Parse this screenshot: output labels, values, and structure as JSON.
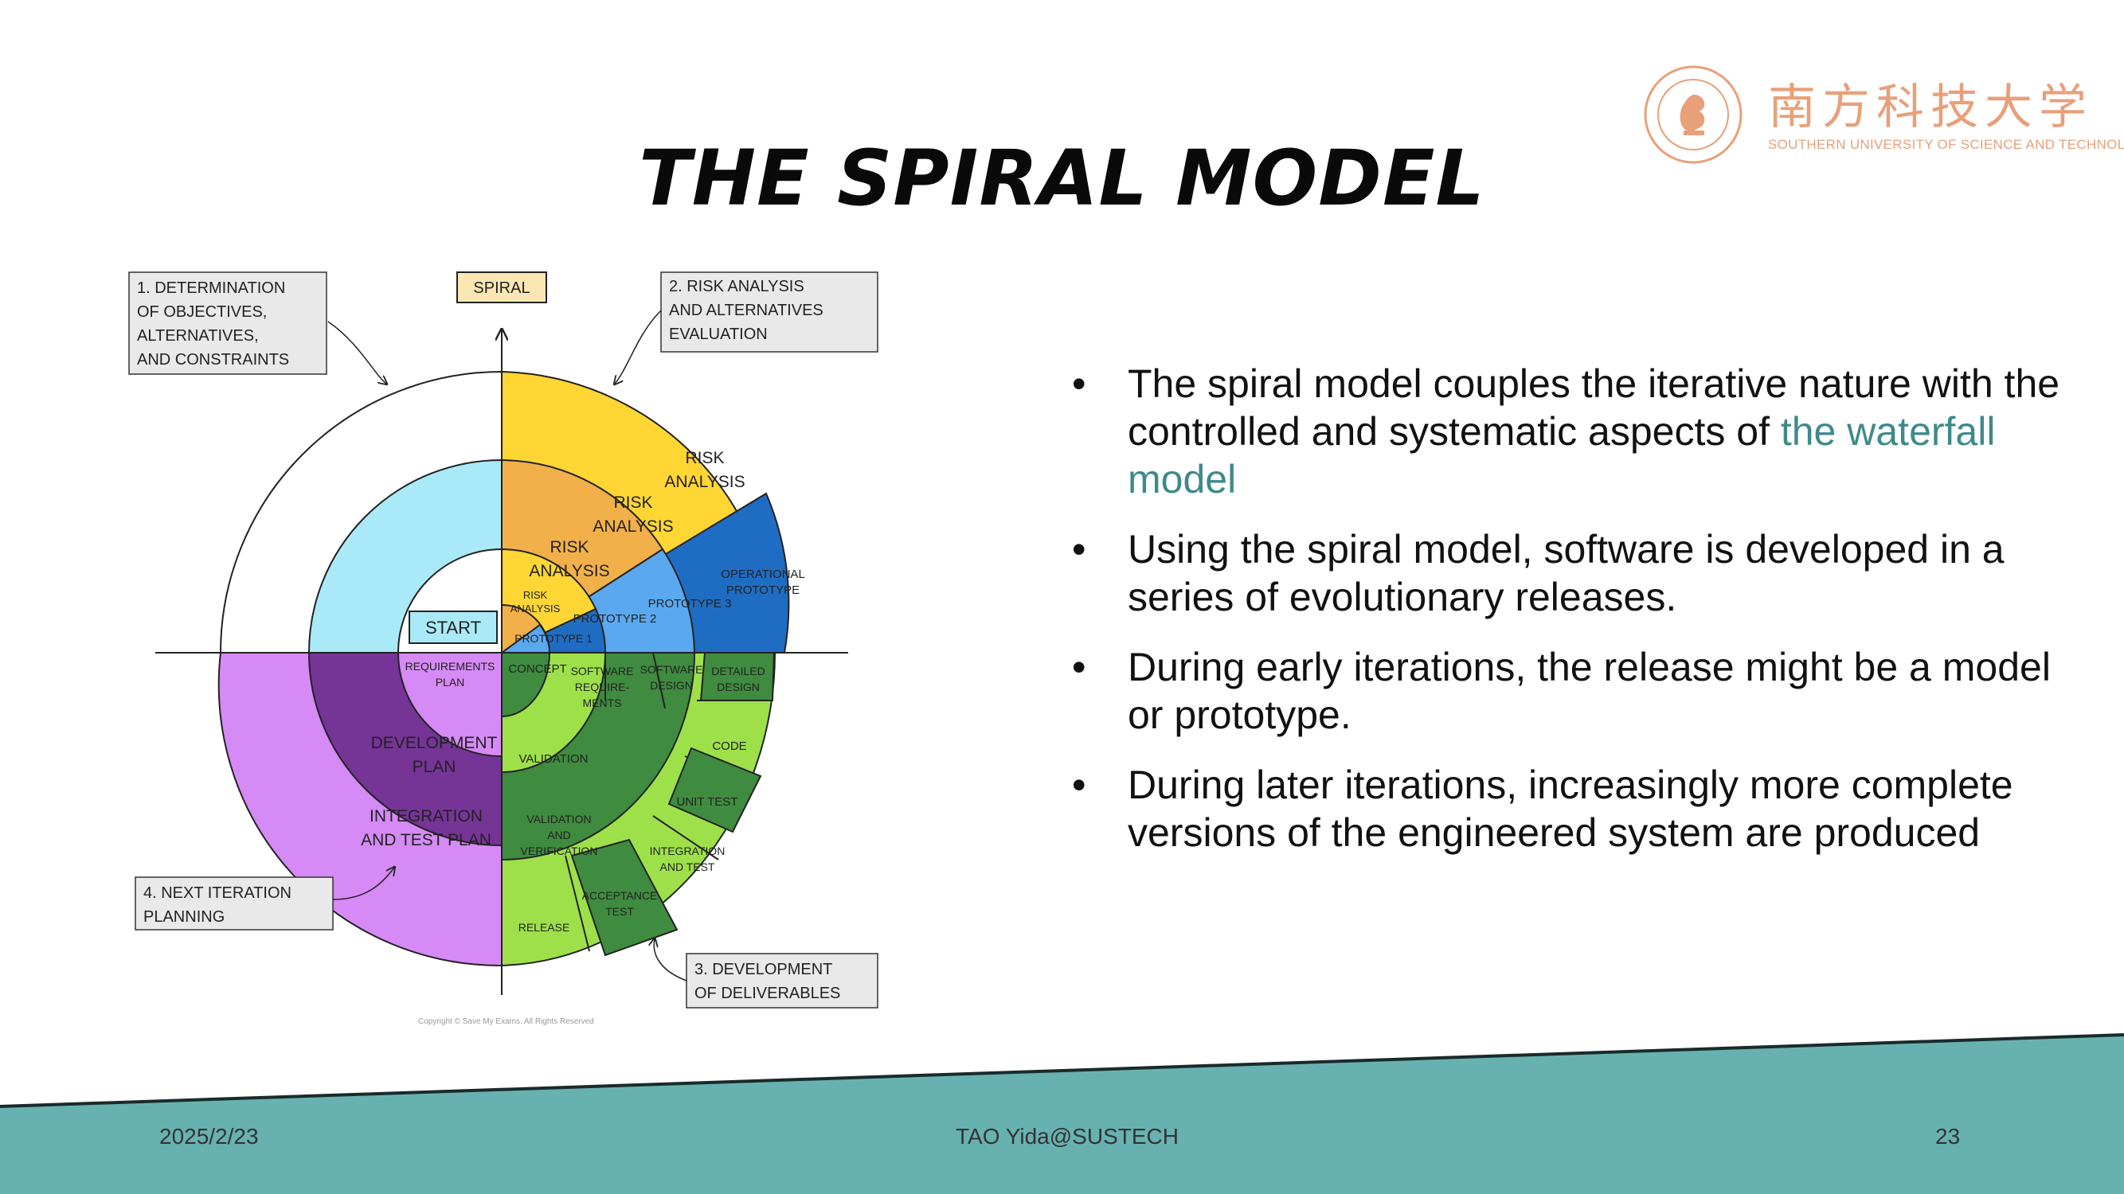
{
  "title": "THE SPIRAL MODEL",
  "logo": {
    "chinese": "南方科技大学",
    "english": "SOUTHERN UNIVERSITY OF SCIENCE AND TECHNOLOGY"
  },
  "diagram": {
    "spiral_label": "SPIRAL",
    "start_label": "START",
    "callouts": {
      "q1": [
        "1. DETERMINATION",
        "OF OBJECTIVES,",
        "ALTERNATIVES,",
        "AND CONSTRAINTS"
      ],
      "q2": [
        "2. RISK ANALYSIS",
        "AND ALTERNATIVES",
        "EVALUATION"
      ],
      "q3": [
        "3. DEVELOPMENT",
        "OF DELIVERABLES"
      ],
      "q4": [
        "4. NEXT ITERATION",
        "PLANNING"
      ]
    },
    "labels": {
      "risk_analysis": [
        "RISK",
        "ANALYSIS"
      ],
      "operational_prototype": [
        "OPERATIONAL",
        "PROTOTYPE"
      ],
      "prototype_3": "PROTOTYPE 3",
      "prototype_2": "PROTOTYPE 2",
      "prototype_1": "PROTOTYPE 1",
      "requirements_plan": [
        "REQUIREMENTS",
        "PLAN"
      ],
      "concept": "CONCEPT",
      "software_requirements": [
        "SOFTWARE",
        "REQUIRE-",
        "MENTS"
      ],
      "software_design": [
        "SOFTWARE",
        "DESIGN"
      ],
      "detailed_design": [
        "DETAILED",
        "DESIGN"
      ],
      "code": "CODE",
      "unit_test": "UNIT TEST",
      "integration_and_test": [
        "INTEGRATION",
        "AND TEST"
      ],
      "acceptance_test": [
        "ACCEPTANCE",
        "TEST"
      ],
      "release": "RELEASE",
      "validation": "VALIDATION",
      "validation_and_verification": [
        "VALIDATION",
        "AND",
        "VERIFICATION"
      ],
      "development_plan": [
        "DEVELOPMENT",
        "PLAN"
      ],
      "integration_and_test_plan": [
        "INTEGRATION",
        "AND TEST PLAN"
      ]
    },
    "copyright": "Copyright © Save My Exams. All Rights Reserved"
  },
  "bullets": [
    {
      "text": "The spiral model couples the iterative nature with the controlled and systematic aspects of ",
      "highlight": "the waterfall model"
    },
    {
      "text": "Using the spiral model, software is developed in a series of evolutionary releases.",
      "highlight": ""
    },
    {
      "text": "During early iterations, the release might be a model or prototype.",
      "highlight": ""
    },
    {
      "text": "During later iterations, increasingly more complete versions of the engineered system are produced",
      "highlight": ""
    }
  ],
  "footer": {
    "date": "2025/2/23",
    "author": "TAO Yida@SUSTECH",
    "page": "23"
  },
  "colors": {
    "footer_band": "#67b2b1",
    "yellow": "#ffd633",
    "orange": "#f2b04a",
    "light_blue": "#5aa8f0",
    "blue": "#1f6dc2",
    "cyan": "#aaeaf8",
    "light_purple": "#d58af5",
    "purple": "#763497",
    "green": "#3f8b3f",
    "light_green": "#9ee04a",
    "highlight_text": "#3e8a8a"
  }
}
